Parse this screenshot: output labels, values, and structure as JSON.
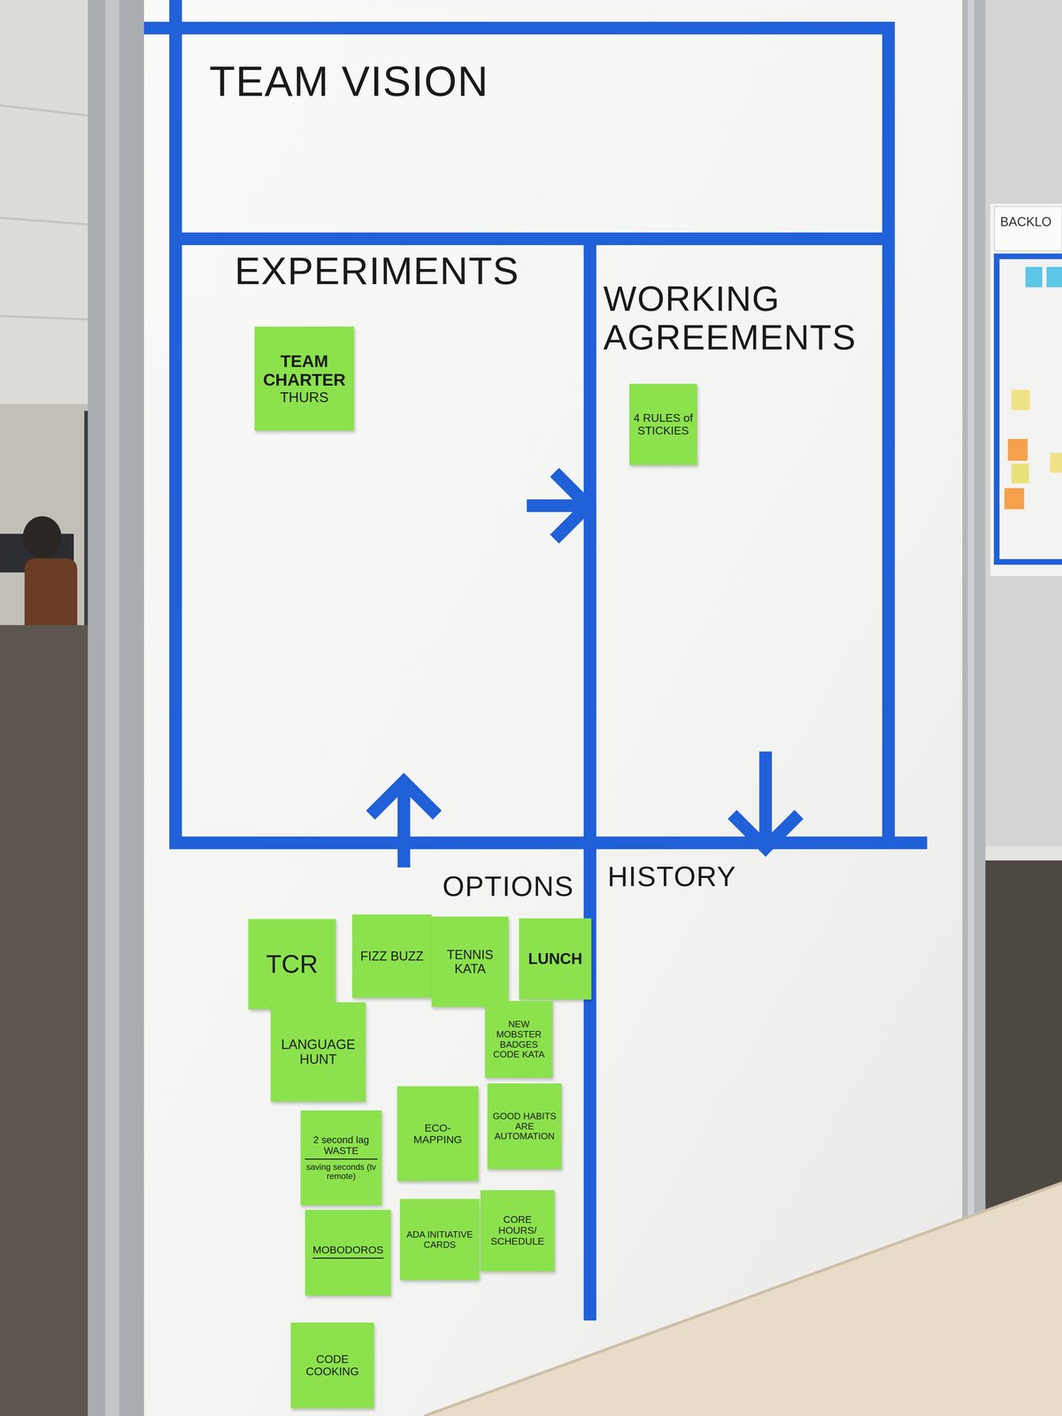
{
  "diagram": {
    "nodes": [
      {
        "text": [
          "TEAM VISION"
        ]
      },
      {
        "text": [
          "EXPERIMENTS"
        ]
      },
      {
        "text": [
          "TEAM CHARTER",
          "THURS"
        ],
        "in": 1
      },
      {
        "text": [
          "WORKING AGREEMENTS"
        ]
      },
      {
        "text": [
          "4 RULES of STICKIES"
        ],
        "in": 3
      },
      {
        "text": [
          "OPTIONS"
        ]
      },
      {
        "text": [
          "TCR"
        ],
        "in": 5
      },
      {
        "text": [
          "FIZZ BUZZ"
        ],
        "in": 5
      },
      {
        "text": [
          "TENNIS KATA"
        ],
        "in": 5
      },
      {
        "text": [
          "LUNCH"
        ],
        "in": 5
      },
      {
        "text": [
          "LANGUAGE HUNT"
        ],
        "in": 5
      },
      {
        "text": [
          "NEW MOBSTER BADGES CODE KATA"
        ],
        "in": 5
      },
      {
        "text": [
          "2 second lag WASTE",
          "saving seconds (tv remote)"
        ],
        "in": 5
      },
      {
        "text": [
          "ECO-MAPPING"
        ],
        "in": 5
      },
      {
        "text": [
          "GOOD HABITS ARE AUTOMATION"
        ],
        "in": 5
      },
      {
        "text": [
          "MOBODOROS"
        ],
        "in": 5
      },
      {
        "text": [
          "ADA INITIATIVE CARDS"
        ],
        "in": 5
      },
      {
        "text": [
          "CORE HOURS/ SCHEDULE"
        ],
        "in": 5
      },
      {
        "text": [
          "CODE COOKING"
        ],
        "in": 5
      },
      {
        "text": [
          "HISTORY"
        ]
      }
    ],
    "edges": [
      {
        "from": 5,
        "to": 1,
        "arrow": "to"
      },
      {
        "from": 1,
        "to": 3,
        "arrow": "to"
      },
      {
        "from": 3,
        "to": 19,
        "arrow": "to"
      }
    ],
    "labels": [
      "BACKLO"
    ]
  }
}
